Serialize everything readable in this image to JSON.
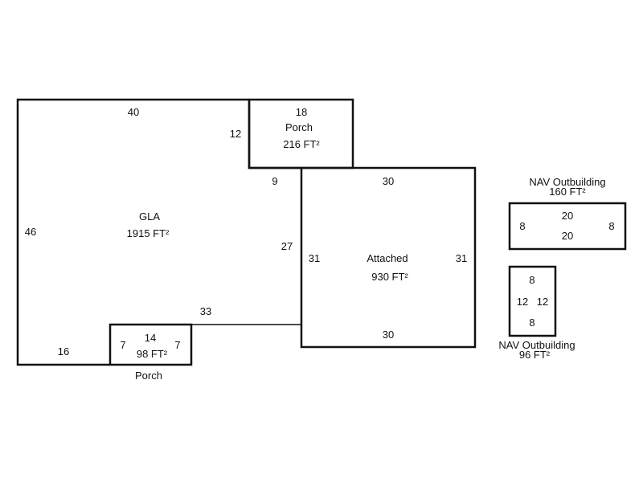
{
  "gla": {
    "label": "GLA",
    "area": "1915 FT²",
    "dims": {
      "top": "40",
      "left": "46",
      "bottom_left": "16",
      "bottom_right": "33",
      "right_lower": "27",
      "notch_bottom": "9",
      "notch_side": "12"
    }
  },
  "porch_top": {
    "label": "Porch",
    "area": "216 FT²",
    "dims": {
      "top": "18"
    }
  },
  "porch_bottom": {
    "label": "Porch",
    "area": "98 FT²",
    "dims": {
      "top": "14",
      "left": "7",
      "right": "7"
    }
  },
  "attached": {
    "label": "Attached",
    "area": "930 FT²",
    "dims": {
      "top": "30",
      "bottom": "30",
      "left": "31",
      "right": "31"
    }
  },
  "outbuilding_1": {
    "label": "NAV Outbuilding",
    "area": "160 FT²",
    "dims": {
      "top": "20",
      "bottom": "20",
      "left": "8",
      "right": "8"
    }
  },
  "outbuilding_2": {
    "label": "NAV Outbuilding",
    "area": "96 FT²",
    "dims": {
      "top": "8",
      "bottom": "8",
      "left": "12",
      "right": "12"
    }
  }
}
